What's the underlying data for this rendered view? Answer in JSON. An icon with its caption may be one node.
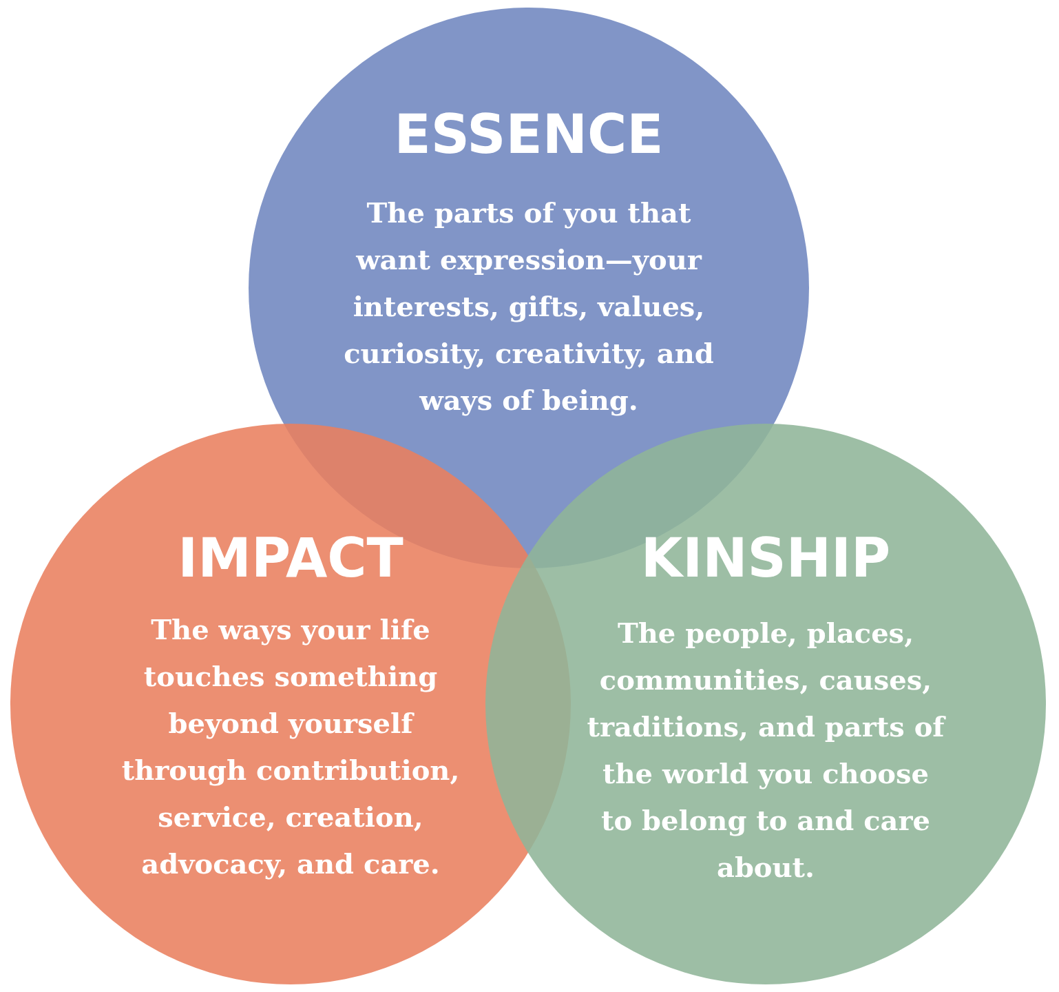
{
  "diagram": {
    "nodes": [
      {
        "text": [
          "ESSENCE",
          "The parts of you that want expression—your interests, gifts, values, curiosity, creativity, and ways of being."
        ]
      },
      {
        "text": [
          "IMPACT",
          "The ways your life touches something beyond yourself through contribution, service, creation, advocacy, and care."
        ]
      },
      {
        "text": [
          "KINSHIP",
          "The people, places, communities, causes, traditions, and parts of the world you choose to belong to and care about."
        ]
      }
    ]
  }
}
